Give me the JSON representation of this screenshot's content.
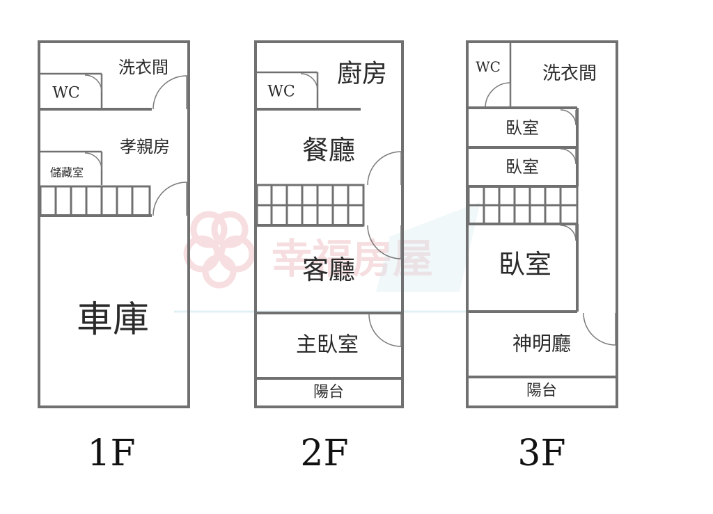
{
  "floors": [
    {
      "label": "1F",
      "rooms": {
        "laundry": "洗衣間",
        "wc": "WC",
        "parents_room": "孝親房",
        "storage": "儲藏室",
        "garage": "車庫"
      }
    },
    {
      "label": "2F",
      "rooms": {
        "kitchen": "廚房",
        "wc": "WC",
        "dining": "餐廳",
        "living": "客廳",
        "master_bedroom": "主臥室",
        "balcony": "陽台"
      }
    },
    {
      "label": "3F",
      "rooms": {
        "wc": "WC",
        "laundry": "洗衣間",
        "bedroom_1": "臥室",
        "bedroom_2": "臥室",
        "bedroom_3": "臥室",
        "shrine_hall": "神明廳",
        "balcony": "陽台"
      }
    }
  ],
  "watermark": {
    "text": "幸福房屋",
    "color": "#f0c4c8"
  }
}
